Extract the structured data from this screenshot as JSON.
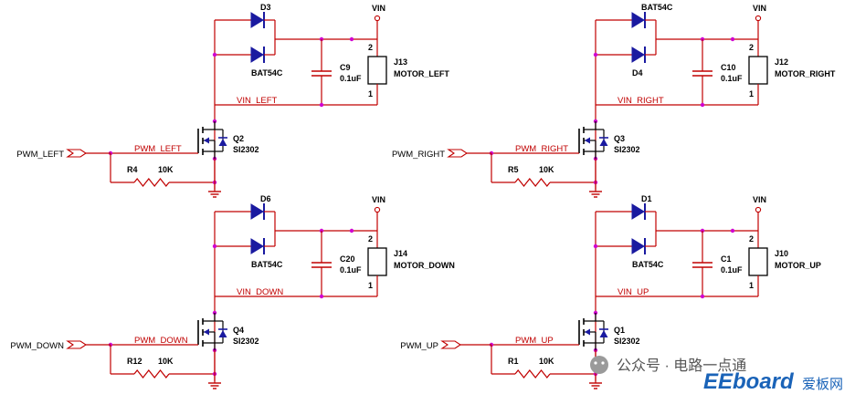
{
  "colors": {
    "wire": "#c00000",
    "device": "#1a1aa0",
    "node": "#d000d0",
    "text": "#000000"
  },
  "power_label": "VIN",
  "circuits": [
    {
      "id": "left",
      "pwm_label": "PWM_LEFT",
      "pwm_net": "PWM_LEFT",
      "vin_net": "VIN_LEFT",
      "diode_top": "D3",
      "diode_bottom": "BAT54C",
      "cap_ref": "C9",
      "cap_val": "0.1uF",
      "conn_ref": "J13",
      "conn_name": "MOTOR_LEFT",
      "fet_ref": "Q2",
      "fet_part": "SI2302",
      "res_ref": "R4",
      "res_val": "10K",
      "pin2": "2",
      "pin1": "1"
    },
    {
      "id": "right",
      "pwm_label": "PWM_RIGHT",
      "pwm_net": "PWM_RIGHT",
      "vin_net": "VIN_RIGHT",
      "diode_top": "BAT54C",
      "diode_bottom": "D4",
      "cap_ref": "C10",
      "cap_val": "0.1uF",
      "conn_ref": "J12",
      "conn_name": "MOTOR_RIGHT",
      "fet_ref": "Q3",
      "fet_part": "SI2302",
      "res_ref": "R5",
      "res_val": "10K",
      "pin2": "2",
      "pin1": "1"
    },
    {
      "id": "down",
      "pwm_label": "PWM_DOWN",
      "pwm_net": "PWM_DOWN",
      "vin_net": "VIN_DOWN",
      "diode_top": "D6",
      "diode_bottom": "BAT54C",
      "cap_ref": "C20",
      "cap_val": "0.1uF",
      "conn_ref": "J14",
      "conn_name": "MOTOR_DOWN",
      "fet_ref": "Q4",
      "fet_part": "SI2302",
      "res_ref": "R12",
      "res_val": "10K",
      "pin2": "2",
      "pin1": "1"
    },
    {
      "id": "up",
      "pwm_label": "PWM_UP",
      "pwm_net": "PWM_UP",
      "vin_net": "VIN_UP",
      "diode_top": "D1",
      "diode_bottom": "BAT54C",
      "cap_ref": "C1",
      "cap_val": "0.1uF",
      "conn_ref": "J10",
      "conn_name": "MOTOR_UP",
      "fet_ref": "Q1",
      "fet_part": "SI2302",
      "res_ref": "R1",
      "res_val": "10K",
      "pin2": "2",
      "pin1": "1"
    }
  ],
  "watermark": {
    "text": "公众号 · 电路一点通",
    "brand": "EEboard",
    "brand_cn": "爱板网"
  }
}
